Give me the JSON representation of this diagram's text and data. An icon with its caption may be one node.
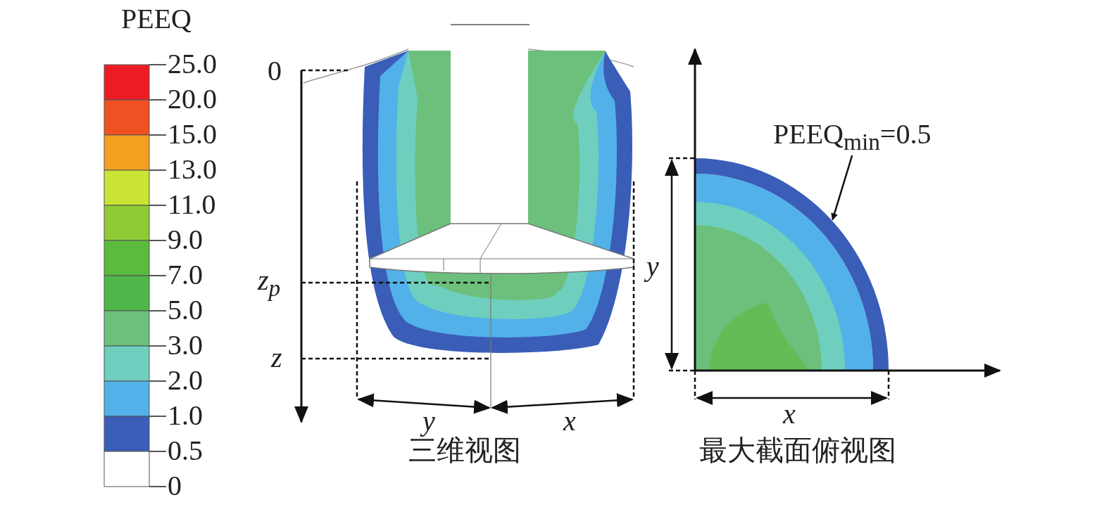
{
  "diagram": {
    "nodes": [
      {
        "text": [
          "PEEQ$_{min}$=0.5"
        ]
      },
      {
        "text": [],
        "shape": "picture"
      }
    ],
    "edges": [
      {
        "from": 0,
        "to": 1,
        "arrow": "to"
      }
    ],
    "labels": [
      "PEEQ",
      "25.0",
      "20.0",
      "15.0",
      "13.0",
      "11.0",
      "9.0",
      "7.0",
      "5.0",
      "3.0",
      "2.0",
      "1.0",
      "0.5",
      "0",
      "0",
      "z$_{p}$",
      "z",
      "y",
      "x",
      "三维视图",
      "y",
      "x",
      "最大截面俯视图"
    ]
  }
}
